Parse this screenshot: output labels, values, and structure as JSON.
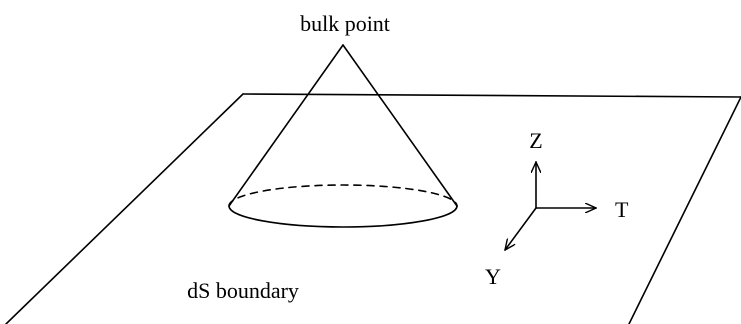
{
  "labels": {
    "bulk_point": "bulk point",
    "boundary": "dS boundary"
  },
  "axes": {
    "z": "Z",
    "t": "T",
    "y": "Y"
  },
  "colors": {
    "line": "#000000",
    "background": "#ffffff"
  }
}
